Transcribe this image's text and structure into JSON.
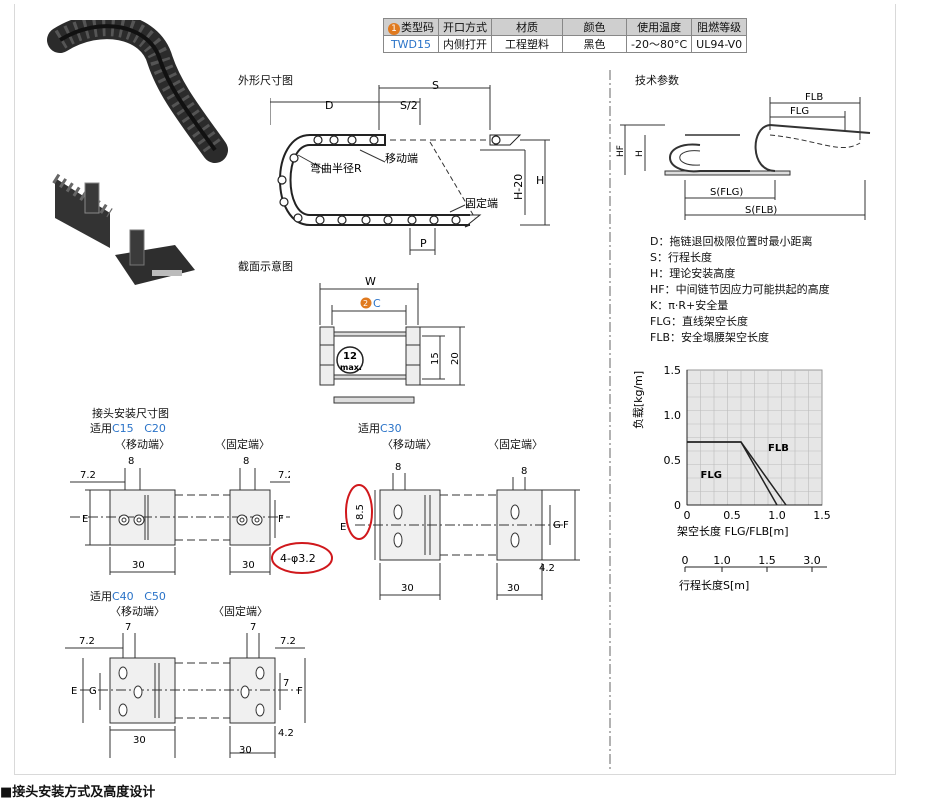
{
  "spec_table": {
    "headers": {
      "type_code_num": "1",
      "type_code": "类型码",
      "opening": "开口方式",
      "material": "材质",
      "color": "颜色",
      "temperature": "使用温度",
      "flame": "阻燃等级"
    },
    "row": {
      "type_code": "TWD15",
      "opening": "内侧打开",
      "material": "工程塑料",
      "color": "黑色",
      "temperature": "-20～80°C",
      "flame": "UL94-V0"
    }
  },
  "outline": {
    "title": "外形尺寸图",
    "D": "D",
    "S": "S",
    "S2": "S/2",
    "P": "P",
    "H": "H",
    "H20": "H-20",
    "bend_radius": "弯曲半径R",
    "moving_end": "移动端",
    "fixed_end": "固定端"
  },
  "section": {
    "title": "截面示意图",
    "W": "W",
    "c_num": "2",
    "c_label": "C",
    "max_num": "12",
    "max_label": "max.",
    "h15": "15",
    "h20": "20"
  },
  "mount": {
    "title": "接头安装尺寸图",
    "moving": "〈移动端〉",
    "fixed": "〈固定端〉",
    "apply": "适用",
    "g1": {
      "a": "C15",
      "b": "C20",
      "d8a": "8",
      "d8b": "8",
      "d72a": "7.2",
      "d72b": "7.2",
      "E": "E",
      "F": "F",
      "d30a": "30",
      "d30b": "30",
      "hole": "4-φ3.2"
    },
    "g2": {
      "a": "C30",
      "d8a": "8",
      "d8b": "8",
      "d85": "8.5",
      "E": "E",
      "F": "F",
      "G": "G",
      "d30a": "30",
      "d30b": "30",
      "d42": "4.2"
    },
    "g3": {
      "a": "C40",
      "b": "C50",
      "d7a": "7",
      "d7b": "7",
      "d7c": "7",
      "d72a": "7.2",
      "d72b": "7.2",
      "E": "E",
      "G": "G",
      "F": "F",
      "d30a": "30",
      "d30b": "30",
      "d42": "4.2"
    }
  },
  "tech": {
    "title": "技术参数",
    "FLB": "FLB",
    "FLG": "FLG",
    "HF": "HF",
    "H": "H",
    "S_FLG": "S(FLG)",
    "S_FLB": "S(FLB)",
    "defs": [
      "D：拖链退回极限位置时最小距离",
      "S：行程长度",
      "H：理论安装高度",
      "HF：中间链节因应力可能拱起的高度",
      "K：π·R+安全量",
      "FLG：直线架空长度",
      "FLB：安全塌腰架空长度"
    ]
  },
  "chart_data": {
    "type": "line",
    "ylabel": "负载[kg/m]",
    "xlabel": "架空长度 FLG/FLB[m]",
    "xlim": [
      0,
      1.5
    ],
    "ylim": [
      0,
      1.5
    ],
    "xticks": [
      "0",
      "0.5",
      "1.0",
      "1.5"
    ],
    "yticks": [
      "0",
      "0.5",
      "1.0",
      "1.5"
    ],
    "grid": true,
    "series": [
      {
        "name": "FLG",
        "x": [
          0,
          0.6,
          1.0
        ],
        "y": [
          0.7,
          0.7,
          0
        ]
      },
      {
        "name": "FLB",
        "x": [
          0,
          0.6,
          1.1
        ],
        "y": [
          0.7,
          0.7,
          0
        ]
      }
    ],
    "stroke_axis": {
      "label": "行程长度S[m]",
      "ticks": [
        "0",
        "1.0",
        "1.5",
        "3.0"
      ]
    }
  },
  "footer": {
    "section_title": "■接头安装方式及高度设计"
  }
}
